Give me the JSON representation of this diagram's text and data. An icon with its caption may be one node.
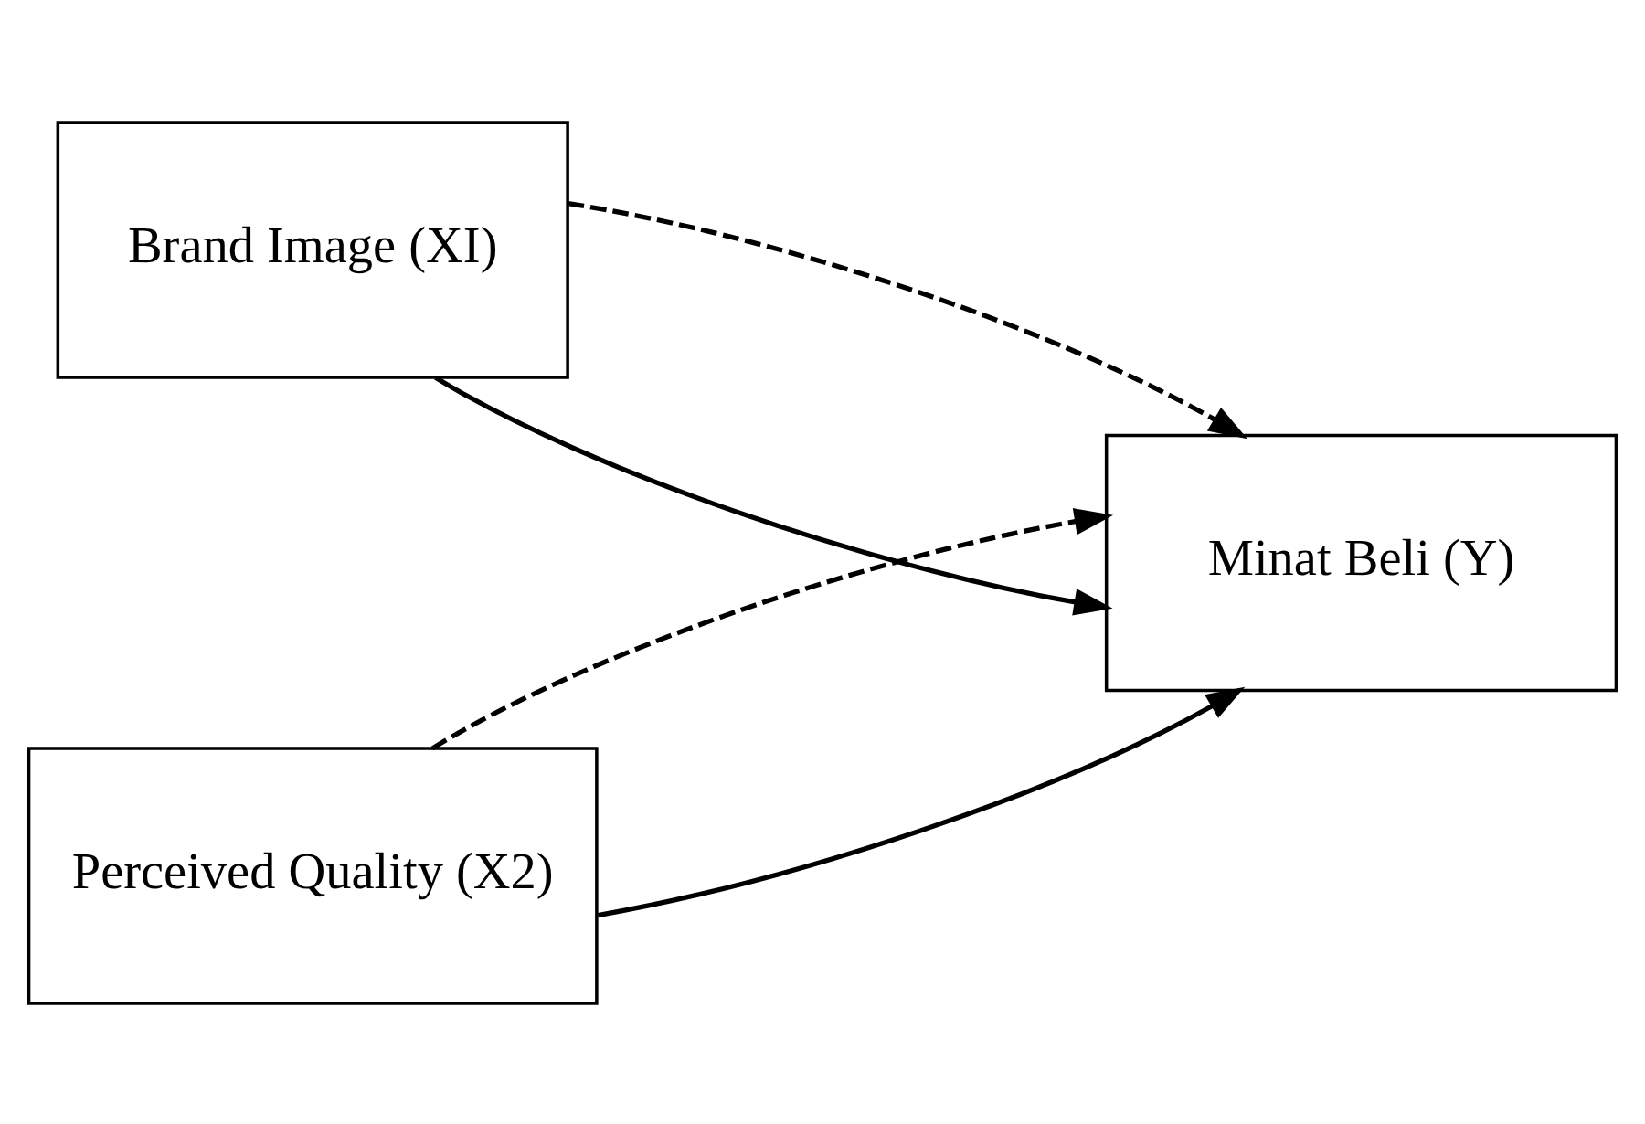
{
  "diagram": {
    "nodes": [
      {
        "text": [
          "Brand Image (XI)"
        ]
      },
      {
        "text": [
          "Minat Beli (Y)"
        ]
      },
      {
        "text": [
          "Perceived Quality (X2)"
        ]
      }
    ],
    "edges": [
      {
        "from": 0,
        "to": 1,
        "arrow": "to"
      },
      {
        "from": 2,
        "to": 1,
        "arrow": "to"
      },
      {
        "from": 0,
        "to": 1,
        "arrow": "to",
        "style": "dashed"
      },
      {
        "from": 2,
        "to": 1,
        "arrow": "to",
        "style": "dashed"
      }
    ]
  }
}
